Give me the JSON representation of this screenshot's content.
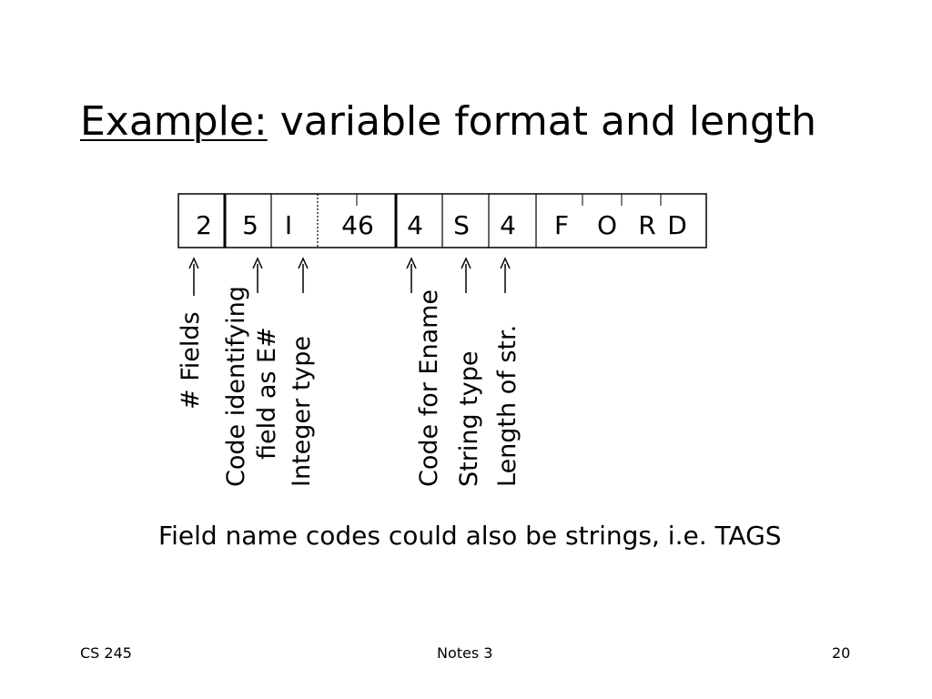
{
  "slide": {
    "title_prefix": "Example:",
    "title_rest": " variable format and length",
    "note": "Field name codes could also be strings, i.e. TAGS"
  },
  "record": {
    "cells": [
      "2",
      "5",
      "I",
      "46",
      "4",
      "S",
      "4",
      "F",
      "O",
      "R",
      "D"
    ]
  },
  "annotations": [
    {
      "lines": [
        "# Fields"
      ]
    },
    {
      "lines": [
        "Code identifying",
        "field as E#"
      ]
    },
    {
      "lines": [
        "Integer type"
      ]
    },
    {
      "lines": [
        "Code for Ename"
      ]
    },
    {
      "lines": [
        "String type"
      ]
    },
    {
      "lines": [
        "Length of str."
      ]
    }
  ],
  "footer": {
    "course": "CS 245",
    "notes": "Notes 3",
    "page": "20"
  }
}
